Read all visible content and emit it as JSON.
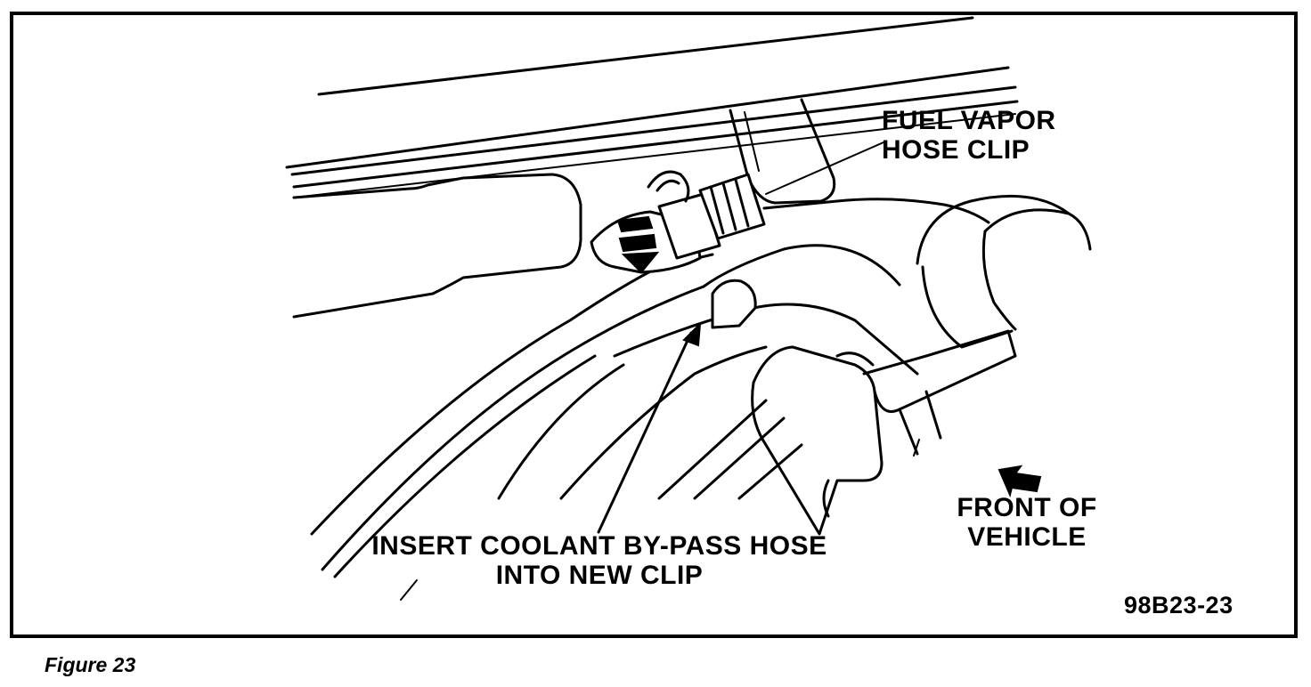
{
  "figure": {
    "caption": "Figure 23",
    "code": "98B23-23",
    "labels": {
      "fuel_vapor_line1": "FUEL VAPOR",
      "fuel_vapor_line2": "HOSE CLIP",
      "insert_line1": "INSERT COOLANT BY-PASS HOSE",
      "insert_line2": "INTO NEW CLIP",
      "front_line1": "FRONT OF",
      "front_line2": "VEHICLE"
    },
    "icons": [
      "front-direction-arrow-icon"
    ],
    "colors": {
      "ink": "#000000",
      "paper": "#ffffff"
    }
  }
}
